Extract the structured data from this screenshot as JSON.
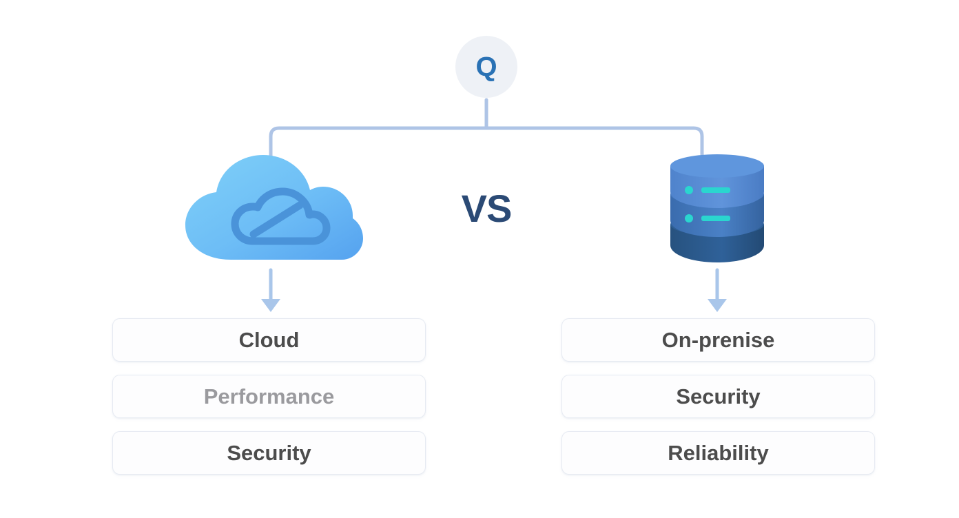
{
  "diagram": {
    "root": {
      "icon": "q-letter-badge",
      "letter": "Q",
      "badge_bg": "#eef1f6",
      "letter_color": "#2a72b5"
    },
    "comparator": {
      "label": "VS",
      "color": "#2b4a75"
    },
    "connector": {
      "color": "#aec4e6",
      "arrow_color": "#a9c6ea"
    },
    "branches": [
      {
        "side": "left",
        "icon": "cloud-icon",
        "icon_colors": {
          "fill_start": "#7ecdf7",
          "fill_end": "#5aa7f0",
          "inner_stroke": "#4a93d9"
        },
        "items": [
          {
            "label": "Cloud",
            "muted": false
          },
          {
            "label": "Performance",
            "muted": true
          },
          {
            "label": "Security",
            "muted": false
          }
        ]
      },
      {
        "side": "right",
        "icon": "database-icon",
        "icon_colors": {
          "top_layer": "#5b8fd4",
          "mid_layer": "#3f74b8",
          "bottom_layer": "#2d5d96",
          "accent": "#2ad6cf"
        },
        "items": [
          {
            "label": "On-prenise",
            "muted": false
          },
          {
            "label": "Security",
            "muted": false
          },
          {
            "label": "Reliability",
            "muted": false
          }
        ]
      }
    ]
  }
}
